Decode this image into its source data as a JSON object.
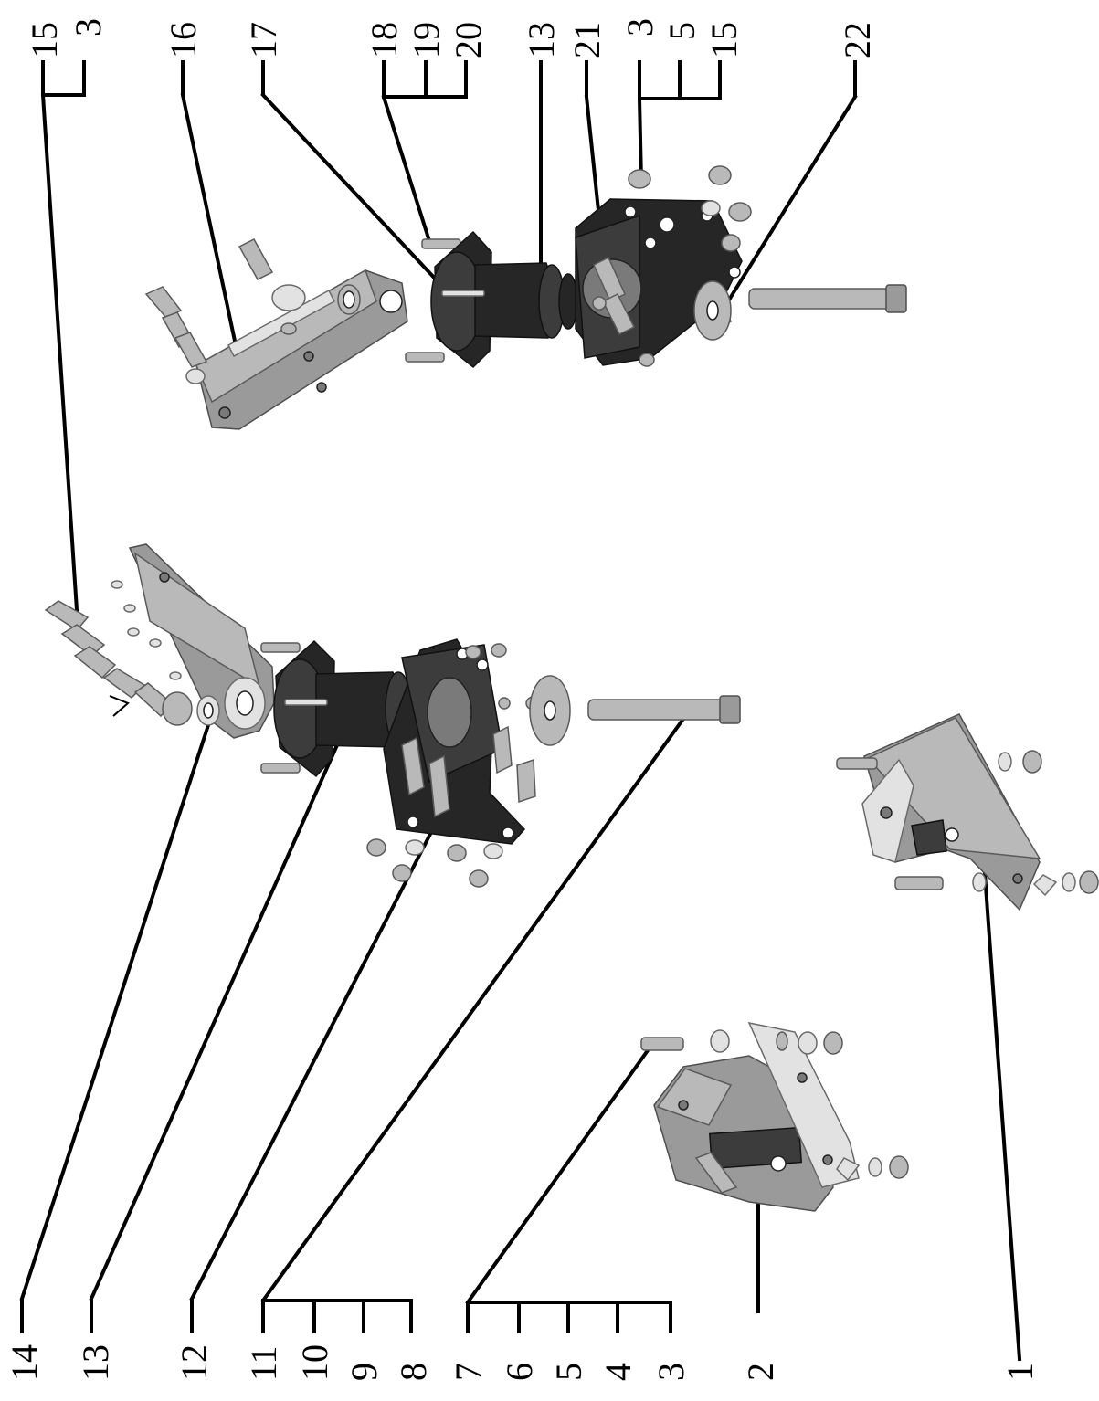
{
  "labels": {
    "top": {
      "l15a": "15",
      "l3a": "3",
      "l16": "16",
      "l17": "17",
      "l18": "18",
      "l19": "19",
      "l20": "20",
      "l13a": "13",
      "l21": "21",
      "l3b": "3",
      "l5b": "5",
      "l15b": "15",
      "l22": "22"
    },
    "bottom": {
      "l14": "14",
      "l13b": "13",
      "l12": "12",
      "l11": "11",
      "l10": "10",
      "l9": "9",
      "l8": "8",
      "l7": "7",
      "l6": "6",
      "l5c": "5",
      "l4": "4",
      "l3c": "3",
      "l2": "2",
      "l1": "1"
    }
  },
  "colors": {
    "light_part": "#b9b9b9",
    "dark_part": "#262626",
    "leader": "#000000"
  }
}
